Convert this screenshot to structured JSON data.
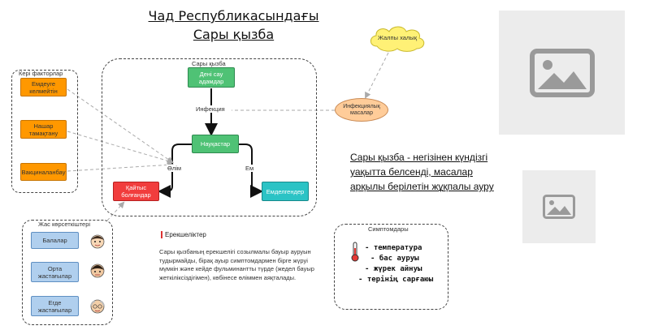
{
  "title": {
    "line1": "Чад Республикасындағы",
    "line2": "Сары қызба"
  },
  "groups": {
    "main": "Сары қызба",
    "negative": "Кері факторлар",
    "age": "Жас көрсеткіштері",
    "symptoms": "Симптомдары"
  },
  "nodes": {
    "healthy": "Дені сау адамдар",
    "patients": "Науқастар",
    "dead": "Қайтыс болғандар",
    "recovered": "Емделгендер",
    "infected_mosquitoes": "Инфекциялық масалар",
    "general_public": "Жалпы халық"
  },
  "edges": {
    "infection": "Инфекция",
    "death": "Өлім",
    "treatment": "Ем"
  },
  "factors": [
    "Емдеуге келмейтін",
    "Нашар тамақтану",
    "Вакциналанбау"
  ],
  "ages": [
    "Балалар",
    "Орта жастағылар",
    "Егде жастағылар"
  ],
  "description": {
    "line1": "Сары қызба - негізінен күндізгі",
    "line2": "уақытта белсенді, масалар",
    "line3": "арқылы берілетін жұқпалы ауру"
  },
  "features": {
    "title": "Ерекшеліктер",
    "text": "Сары қызбаның ерекшелігі созылмалы бауыр ауруын тудырмайды, бірақ ауыр симптомдармен бірге жүруі мүмкін және кейде фульминантты түрде (жедел бауыр жеткіліксіздігімен), көбінесе өліммен аяқталады."
  },
  "symptoms": [
    "- температура",
    "- бас ауруы",
    "- жүрек айнуы",
    "- терінің сарғаюы"
  ],
  "colors": {
    "healthy": "#4fc275",
    "dead": "#f13d3d",
    "recovered": "#2bc3c5",
    "factor": "#ff9800",
    "age": "#b0cfee",
    "mosquito": "#ffcc99",
    "cloud": "#fff176"
  }
}
